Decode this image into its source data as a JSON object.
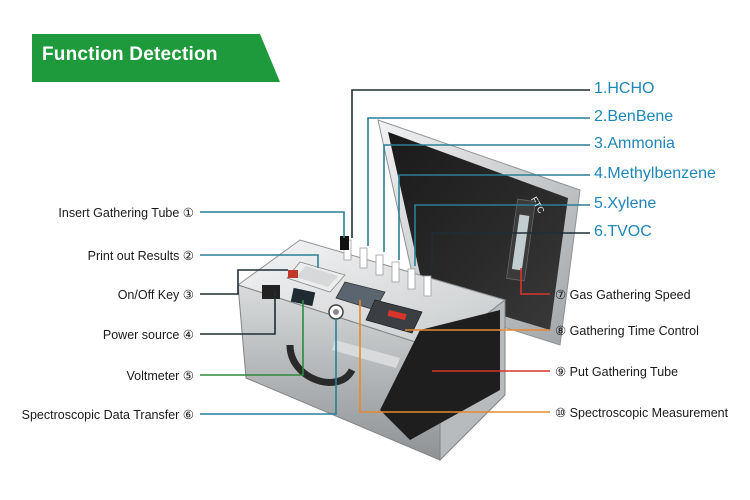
{
  "title": "Function Detection",
  "gases": [
    {
      "label": "1.HCHO"
    },
    {
      "label": "2.BenBene"
    },
    {
      "label": "3.Ammonia"
    },
    {
      "label": "4.Methylbenzene"
    },
    {
      "label": "5.Xylene"
    },
    {
      "label": "6.TVOC"
    }
  ],
  "left_features": [
    {
      "label": "Insert Gathering Tube ①"
    },
    {
      "label": "Print out Results ②"
    },
    {
      "label": "On/Off Key ③"
    },
    {
      "label": "Power source ④"
    },
    {
      "label": "Voltmeter ⑤"
    },
    {
      "label": "Spectroscopic Data Transfer ⑥"
    }
  ],
  "right_features": [
    {
      "label": "⑦ Gas Gathering Speed"
    },
    {
      "label": "⑧ Gathering Time Control"
    },
    {
      "label": "⑨ Put Gathering Tube"
    },
    {
      "label": "⑩ Spectroscopic Measurement"
    }
  ],
  "colors": {
    "banner": "#1e9a3c",
    "gas_text": "#1f86b8",
    "line_teal": "#2a7f95",
    "line_dark": "#1f2d36",
    "line_red": "#d8352a",
    "line_orange": "#e58a2e",
    "line_green": "#2c8a3c"
  },
  "panel_brand": "FTC"
}
